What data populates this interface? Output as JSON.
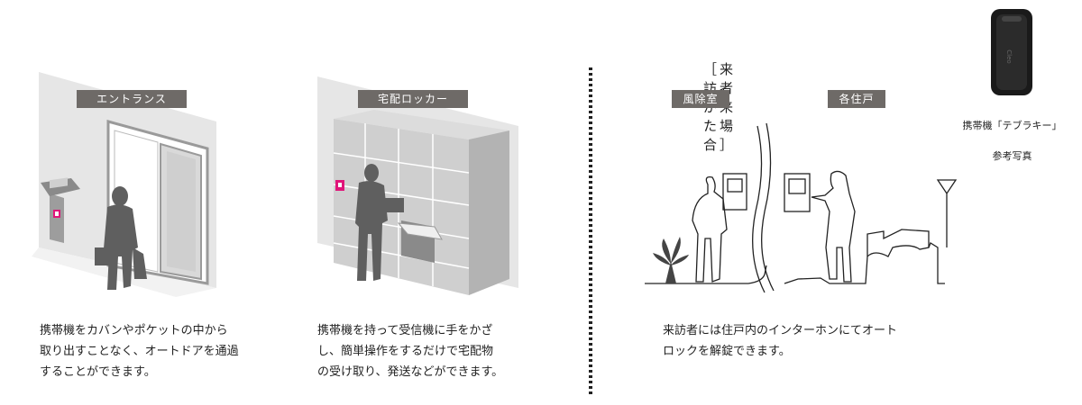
{
  "panels": [
    {
      "tag": "エントランス",
      "caption": "携帯機をカバンやポケットの中から\n取り出すことなく、オートドアを通過\nすることができます。"
    },
    {
      "tag": "宅配ロッカー",
      "caption": "携帯機を持って受信機に手をかざ\nし、簡単操作をするだけで宅配物\nの受け取り、発送などができます。"
    }
  ],
  "visitor": {
    "title": "［来訪者が来た場合］",
    "tag_left": "風除室",
    "tag_right": "各住戸",
    "caption": "来訪者には住戸内のインターホンにてオート\nロックを解錠できます。"
  },
  "remote": {
    "caption_line1": "携帯機「テブラキー」",
    "caption_line2": "参考写真"
  },
  "colors": {
    "tag_bg": "#6e6a67",
    "accent": "#e0157a",
    "wall": "#e6e6e6",
    "silhouette": "#5f5f5f"
  }
}
